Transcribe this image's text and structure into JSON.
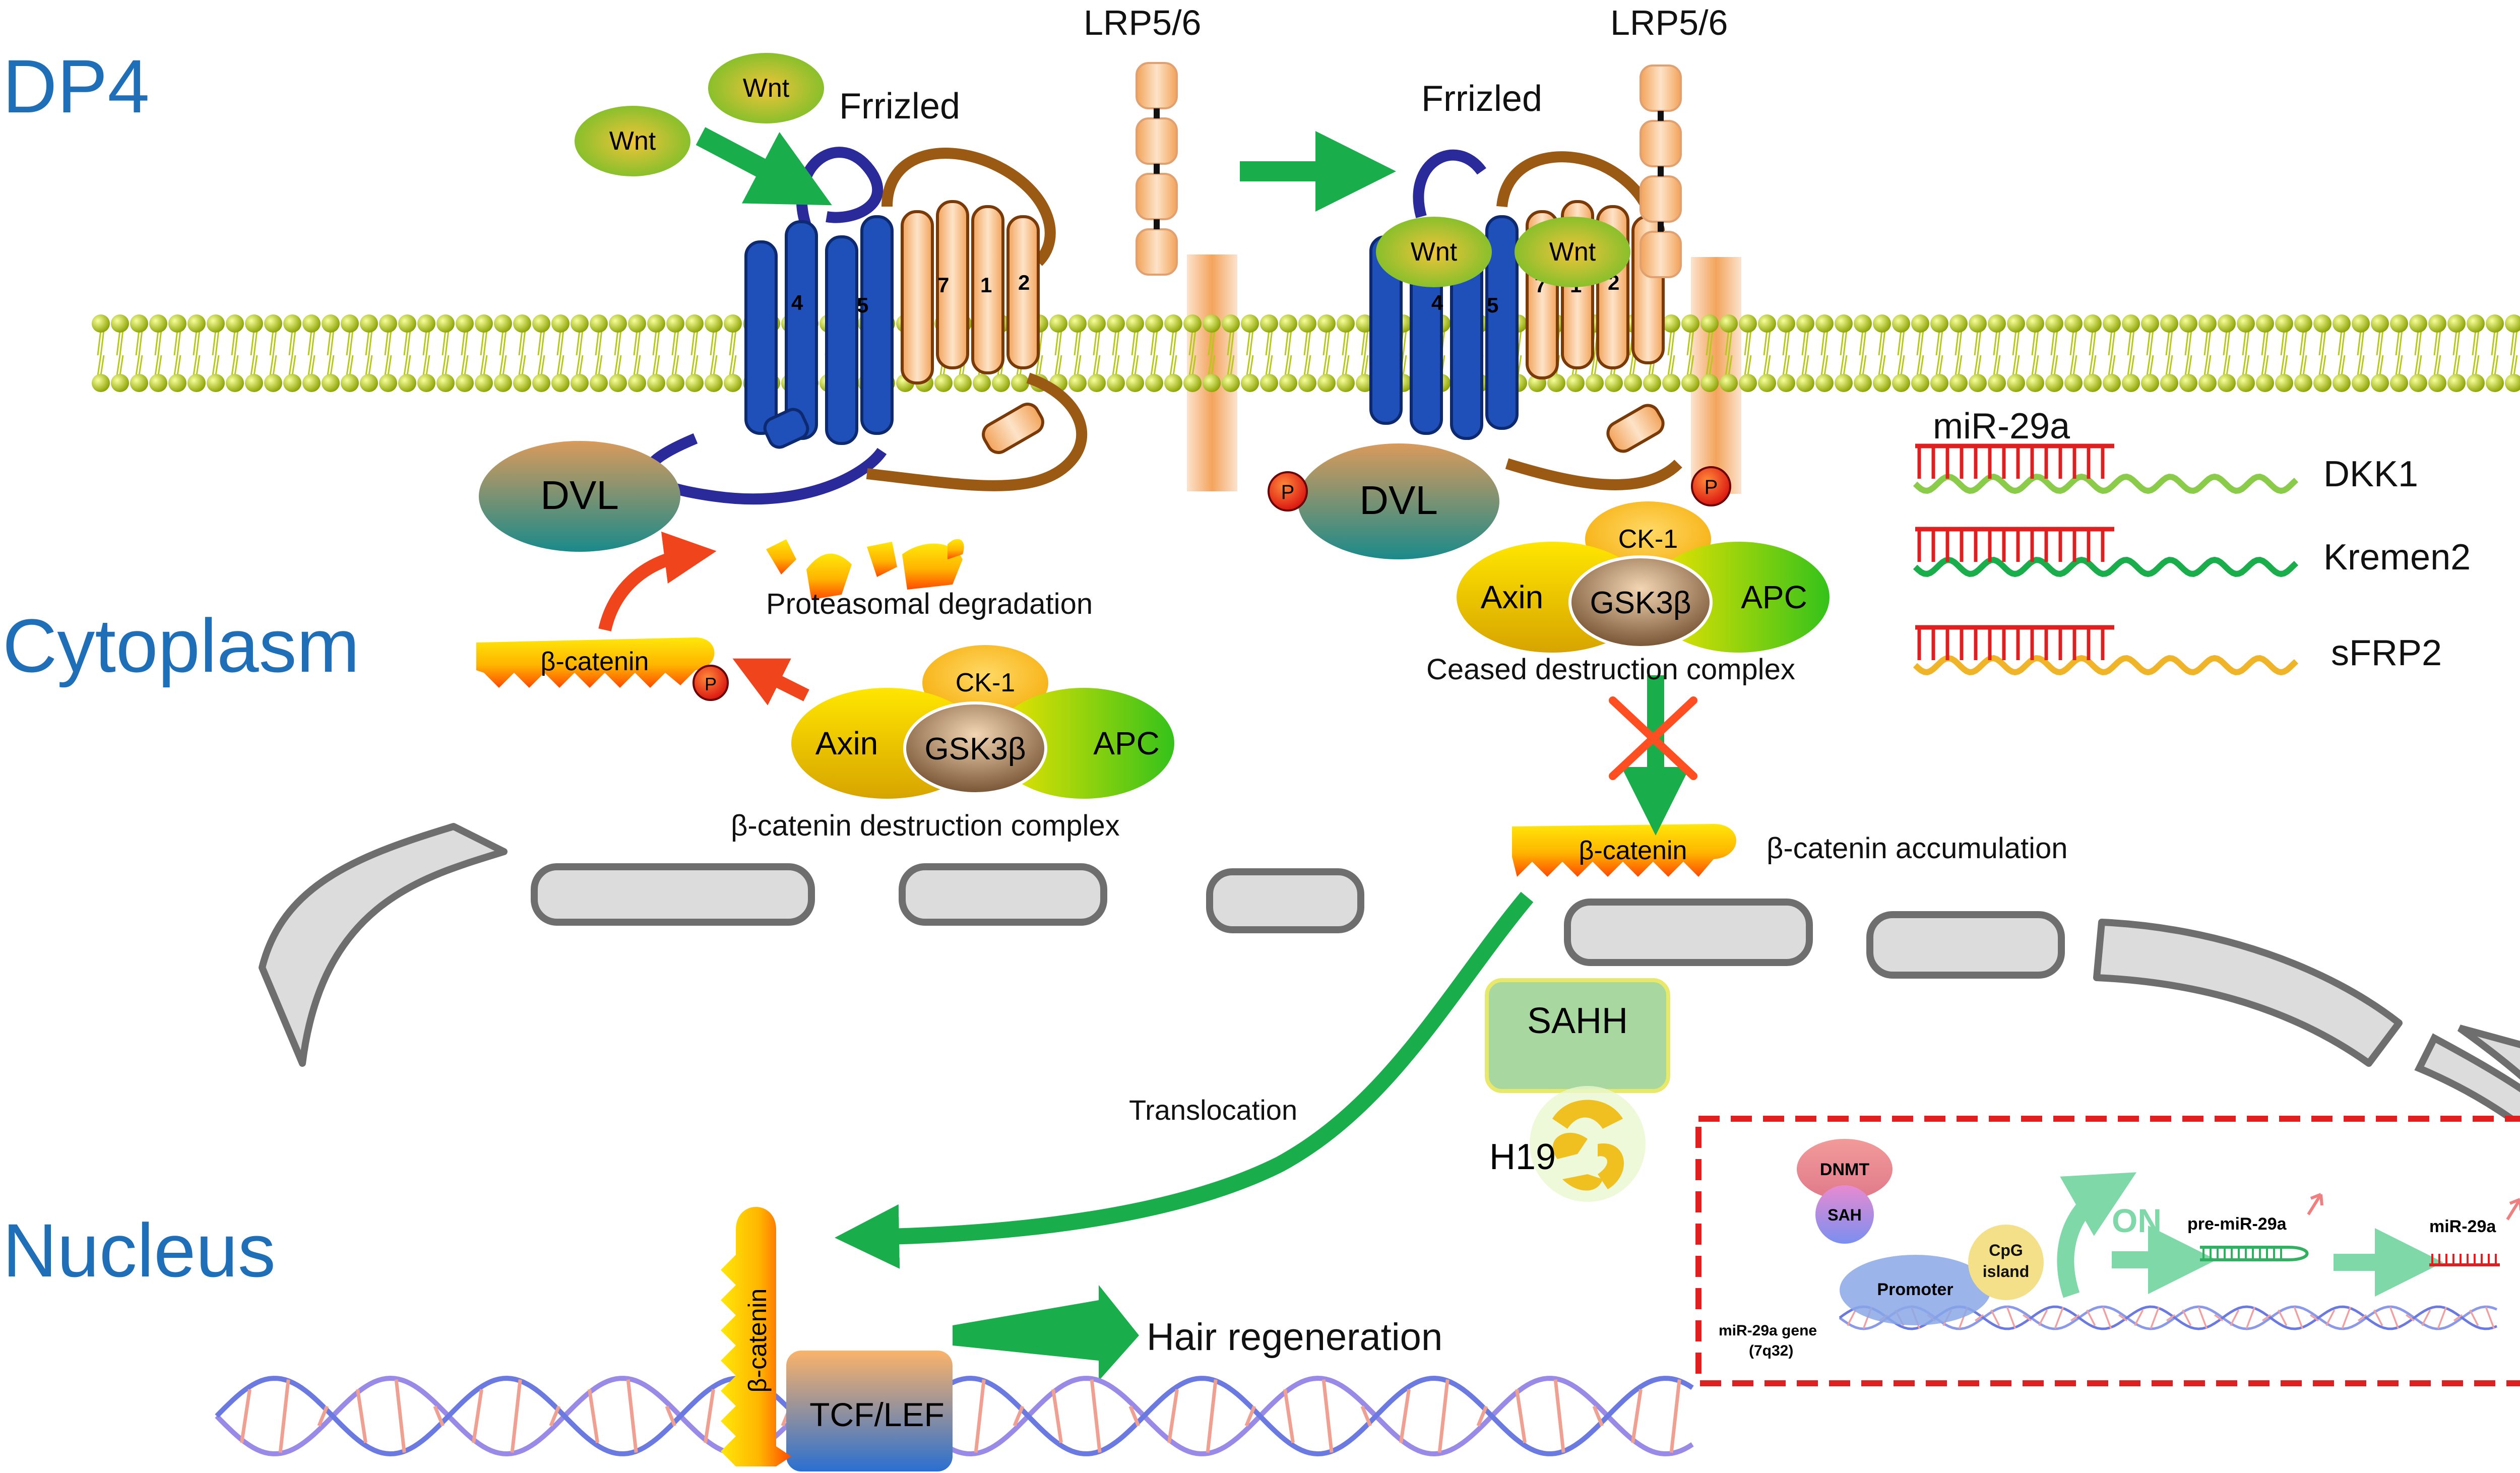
{
  "regions": {
    "dp4": "DP4",
    "cytoplasm": "Cytoplasm",
    "nucleus": "Nucleus"
  },
  "receptors": {
    "frizzled_left": "Frrizled",
    "frizzled_right": "Frrizled",
    "lrp_left": "LRP5/6",
    "lrp_right": "LRP5/6",
    "wnt": "Wnt",
    "helix_numbers": [
      "4",
      "5",
      "7",
      "1",
      "2"
    ]
  },
  "cytoplasm": {
    "dvl": "DVL",
    "phospho": "P",
    "beta_catenin": "β-catenin",
    "proteasomal_degradation": "Proteasomal degradation",
    "ck1": "CK-1",
    "axin": "Axin",
    "gsk3b": "GSK3β",
    "apc": "APC",
    "destruction_complex": "β-catenin destruction complex",
    "ceased_complex": "Ceased destruction complex",
    "accumulation": "β-catenin accumulation",
    "translocation": "Translocation",
    "sahh": "SAHH",
    "h19": "H19"
  },
  "mirna_targets": {
    "mirna": "miR-29a",
    "targets": [
      "DKK1",
      "Kremen2",
      "sFRP2"
    ]
  },
  "nucleus": {
    "beta_catenin": "β-catenin",
    "tcf_lef": "TCF/LEF",
    "outcome": "Hair regeneration"
  },
  "inset": {
    "dnmt": "DNMT",
    "sah": "SAH",
    "promoter": "Promoter",
    "cpg": "CpG island",
    "on": "ON",
    "pre_mirna": "pre-miR-29a",
    "mirna": "miR-29a",
    "gene": "miR-29a gene",
    "locus": "(7q32)"
  },
  "colors": {
    "region_text": "#1f6fb8",
    "arrow_green": "#1aad4b",
    "arrow_red": "#f0441c",
    "frizzled_blue": "#1f4fb8",
    "frizzled_brown": "#9a5a14",
    "membrane": "#b8c81a",
    "inset_border": "#e02020"
  }
}
